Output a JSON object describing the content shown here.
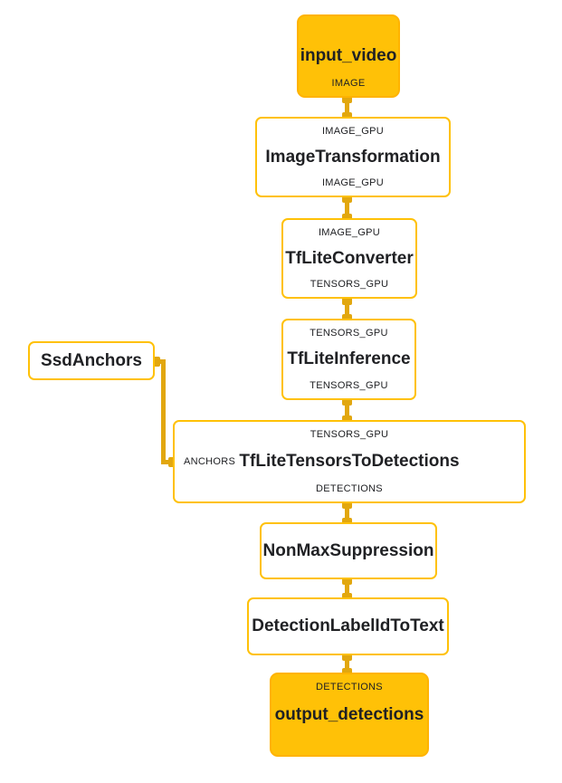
{
  "diagram": {
    "colors": {
      "terminal_fill": "#FFC107",
      "terminal_border": "#FFB300",
      "calculator_border": "#FFC107",
      "edge": "#E2A70E",
      "text": "#202124",
      "background": "#ffffff"
    },
    "nodes": [
      {
        "id": "input_video",
        "kind": "graph-input",
        "title": "input_video",
        "ports": {
          "bottom": "IMAGE"
        }
      },
      {
        "id": "ImageTransformation",
        "kind": "calculator",
        "title": "ImageTransformation",
        "ports": {
          "top": "IMAGE_GPU",
          "bottom": "IMAGE_GPU"
        }
      },
      {
        "id": "TfLiteConverter",
        "kind": "calculator",
        "title": "TfLiteConverter",
        "ports": {
          "top": "IMAGE_GPU",
          "bottom": "TENSORS_GPU"
        }
      },
      {
        "id": "TfLiteInference",
        "kind": "calculator",
        "title": "TfLiteInference",
        "ports": {
          "top": "TENSORS_GPU",
          "bottom": "TENSORS_GPU"
        }
      },
      {
        "id": "SsdAnchors",
        "kind": "calculator",
        "title": "SsdAnchors",
        "ports": {}
      },
      {
        "id": "TfLiteTensorsToDetections",
        "kind": "calculator",
        "title": "TfLiteTensorsToDetections",
        "ports": {
          "top": "TENSORS_GPU",
          "left": "ANCHORS",
          "bottom": "DETECTIONS"
        }
      },
      {
        "id": "NonMaxSuppression",
        "kind": "calculator",
        "title": "NonMaxSuppression",
        "ports": {}
      },
      {
        "id": "DetectionLabelIdToText",
        "kind": "calculator",
        "title": "DetectionLabelIdToText",
        "ports": {}
      },
      {
        "id": "output_detections",
        "kind": "graph-output",
        "title": "output_detections",
        "ports": {
          "top": "DETECTIONS"
        }
      }
    ],
    "edges": [
      {
        "from": "input_video:IMAGE",
        "to": "ImageTransformation:IMAGE_GPU"
      },
      {
        "from": "ImageTransformation:IMAGE_GPU",
        "to": "TfLiteConverter:IMAGE_GPU"
      },
      {
        "from": "TfLiteConverter:TENSORS_GPU",
        "to": "TfLiteInference:TENSORS_GPU"
      },
      {
        "from": "TfLiteInference:TENSORS_GPU",
        "to": "TfLiteTensorsToDetections:TENSORS_GPU"
      },
      {
        "from": "SsdAnchors",
        "to": "TfLiteTensorsToDetections:ANCHORS"
      },
      {
        "from": "TfLiteTensorsToDetections:DETECTIONS",
        "to": "NonMaxSuppression"
      },
      {
        "from": "NonMaxSuppression",
        "to": "DetectionLabelIdToText"
      },
      {
        "from": "DetectionLabelIdToText",
        "to": "output_detections:DETECTIONS"
      }
    ]
  }
}
